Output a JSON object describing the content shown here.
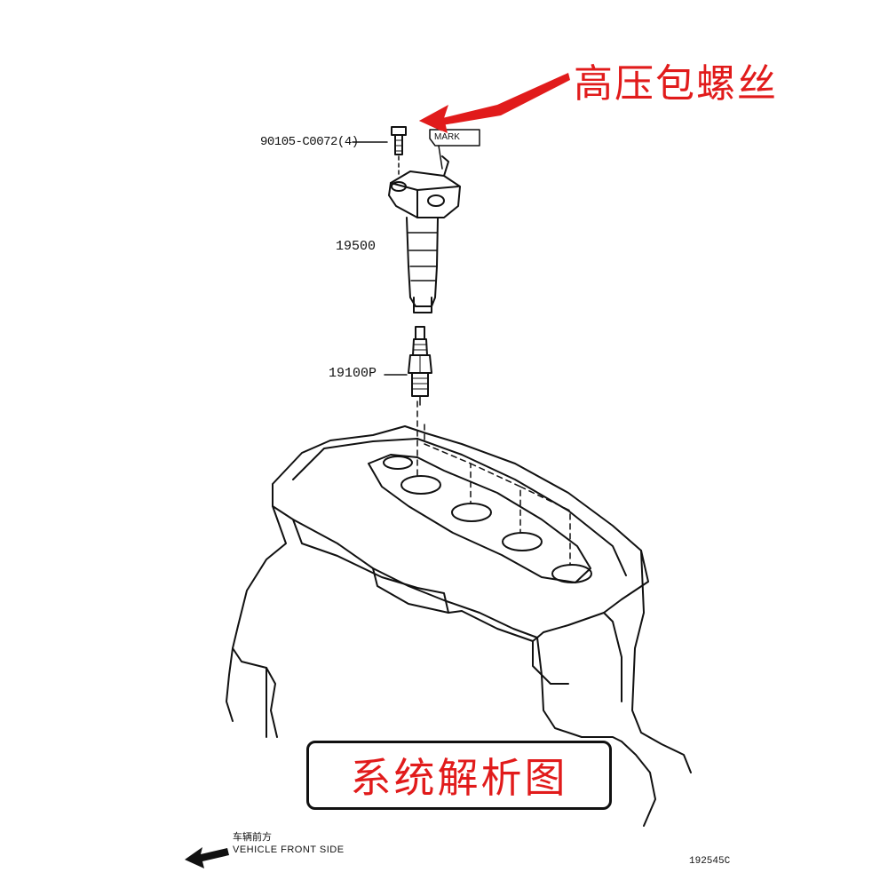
{
  "callout": {
    "text": "高压包螺丝",
    "color": "#e11b1b"
  },
  "title": {
    "text": "系统解析图",
    "color": "#e11b1b"
  },
  "parts": {
    "bolt": "90105-C0072(4)",
    "mark": "MARK",
    "ignition_coil": "19500",
    "spark_plug": "19100P"
  },
  "direction": {
    "chinese": "车辆前方",
    "english": "VEHICLE FRONT SIDE"
  },
  "figure_number": "192545C",
  "icons": [
    "arrow-callout-icon",
    "front-direction-arrow-icon"
  ]
}
